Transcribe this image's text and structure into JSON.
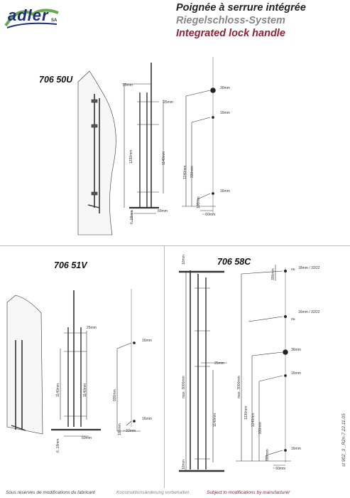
{
  "brand": {
    "logo_text": "adler",
    "logo_suffix": "SA"
  },
  "header": {
    "title_fr": "Poignée à serrure intégrée",
    "title_de": "Riegelschloss-System",
    "title_en": "Integrated lock handle"
  },
  "sections": {
    "a": {
      "model": "706 50U"
    },
    "b": {
      "model": "706 51V"
    },
    "c": {
      "model": "706 58C"
    }
  },
  "dims": {
    "a": {
      "d25a": "25mm",
      "d25b": "25mm",
      "d1330": "1330mm",
      "d1140": "1140mm",
      "d6_18": "6..18mm",
      "d60": "60mm",
      "d30": "30mm",
      "d16a": "16mm",
      "d1240": "1240mm",
      "d930": "930mm",
      "d16b": "16mm",
      "d100": "100mm",
      "d60b": "~ 60mm"
    },
    "b": {
      "d25": "25mm",
      "d1140a": "1140mm",
      "d1140b": "1140mm",
      "d6_18": "6..18mm",
      "d60": "60mm",
      "d16a": "16mm",
      "d930": "930mm",
      "d16b": "16mm",
      "d100": "100mm",
      "d60b": "~ 60mm"
    },
    "c": {
      "d10a": "10mm",
      "d25": "25mm",
      "dmax": "max. 3000mm",
      "d1140": "1140mm",
      "d10b": "10mm",
      "d18_32a": "18mm / 32/22",
      "d18_32b": "16mm / 32/22",
      "ou_a": "ou",
      "ou_b": "ou",
      "d36": "36mm",
      "d16a": "16mm",
      "d16b": "16mm",
      "dmax2": "max. 3000mm",
      "d1330": "1330mm",
      "d1240": "1240mm",
      "d930": "930mm",
      "d100": "100mm",
      "d60": "~ 60mm",
      "d300": "300mm"
    }
  },
  "footer": {
    "fr": "Sous réserves de modifications du fabricant",
    "de": "Konstruktionsänderung vorbehalten",
    "en": "Subject to modifications by manufacturer"
  },
  "doc_code": "st 902_3 _R2n-7  22.11.05",
  "colors": {
    "brand_blue": "#1e2f7a",
    "brand_green": "#6aa84f",
    "title_red": "#8a2436",
    "title_grey": "#888888"
  }
}
